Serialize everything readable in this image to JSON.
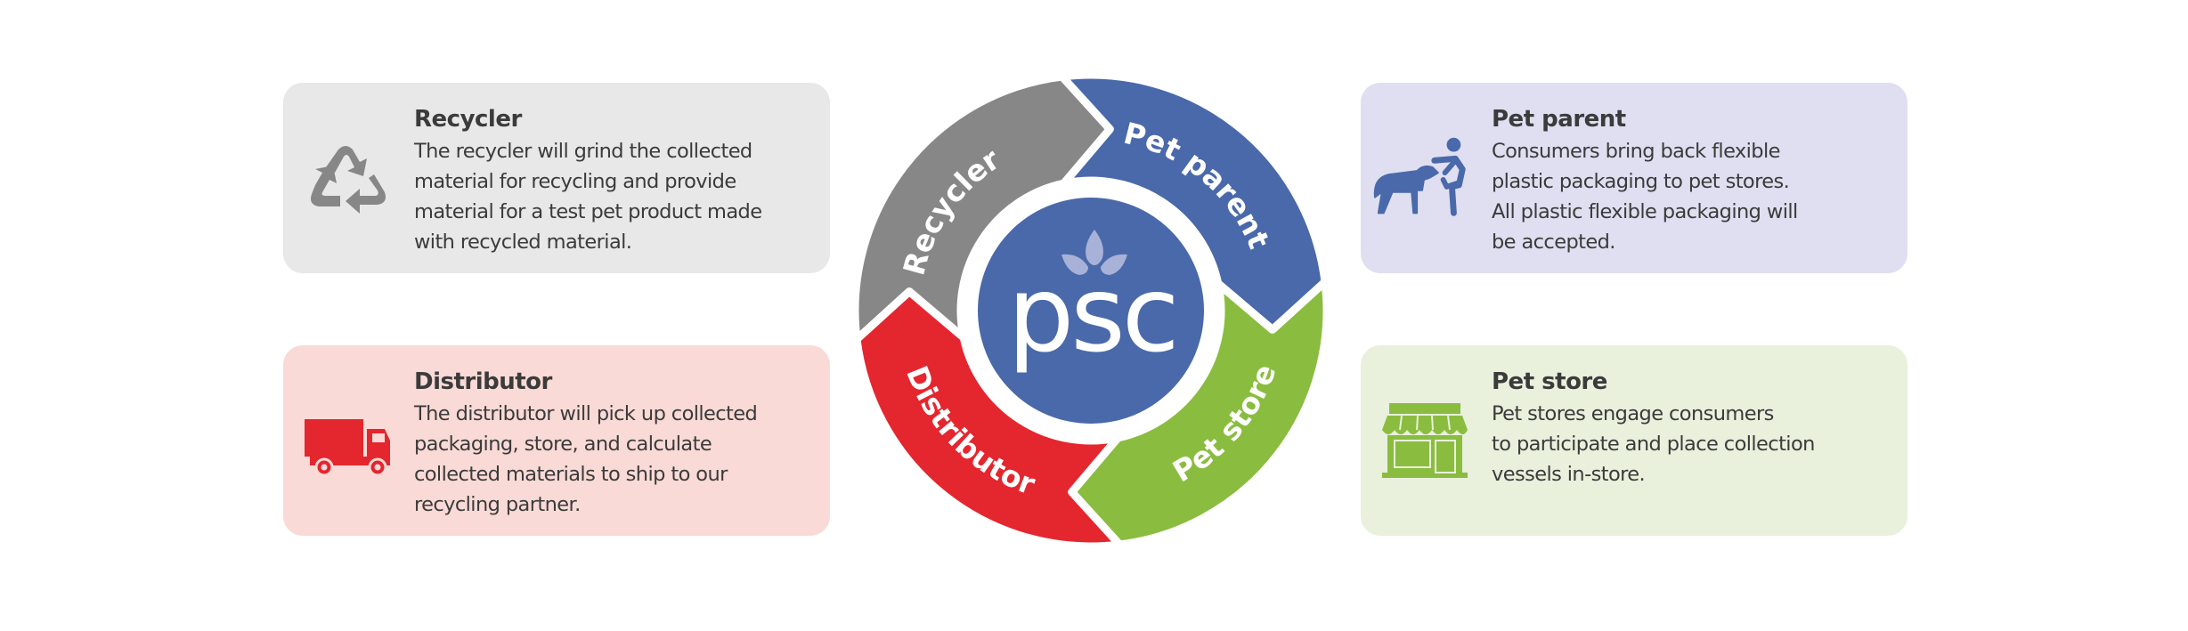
{
  "colors": {
    "recycler": "#878787",
    "pet_parent": "#4a69aa",
    "pet_store": "#8abd3f",
    "distributor": "#e4262e",
    "center": "#4a69aa",
    "leaf": "#a8b1d7",
    "text": "#3b3b3b"
  },
  "wheel": {
    "center_label": "psc",
    "segments": [
      {
        "label": "Recycler"
      },
      {
        "label": "Pet parent"
      },
      {
        "label": "Pet store"
      },
      {
        "label": "Distributor"
      }
    ]
  },
  "cards": {
    "recycler": {
      "icon": "recycle-icon",
      "title": "Recycler",
      "lines": [
        "The recycler will grind the collected",
        "material for recycling and provide",
        "material for a test pet product made",
        "with recycled material."
      ]
    },
    "distributor": {
      "icon": "truck-icon",
      "title": "Distributor",
      "lines": [
        "The distributor will pick up collected",
        "packaging, store, and calculate",
        "collected materials to ship to our",
        "recycling partner."
      ]
    },
    "pet_parent": {
      "icon": "person-petting-dog-icon",
      "title": "Pet parent",
      "lines": [
        "Consumers bring back flexible",
        "plastic packaging to pet stores.",
        "All plastic flexible packaging will",
        "be accepted."
      ]
    },
    "pet_store": {
      "icon": "storefront-icon",
      "title": "Pet store",
      "lines": [
        "Pet stores engage consumers",
        "to participate and place collection",
        "vessels in-store."
      ]
    }
  }
}
